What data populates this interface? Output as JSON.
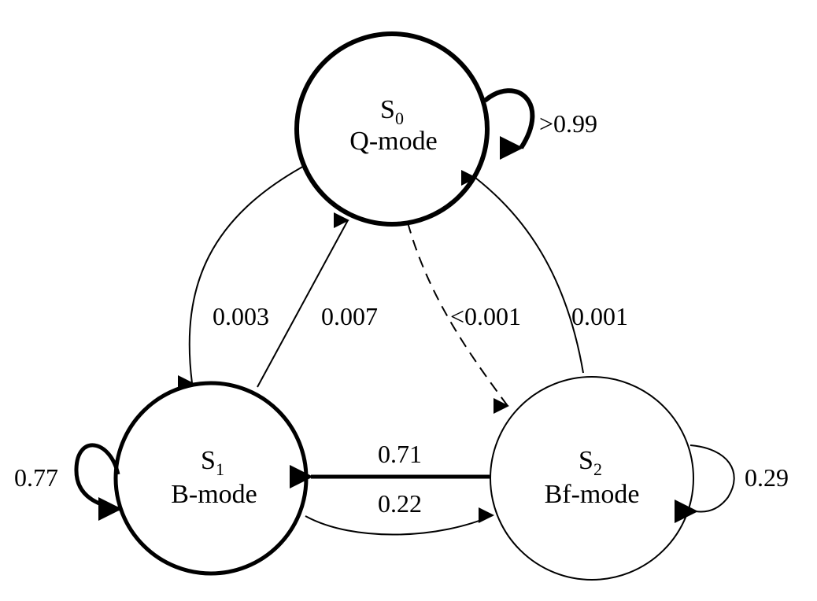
{
  "diagram": {
    "nodes": {
      "s0": {
        "symbol": "S",
        "index": "0",
        "mode": "Q-mode"
      },
      "s1": {
        "symbol": "S",
        "index": "1",
        "mode": "B-mode"
      },
      "s2": {
        "symbol": "S",
        "index": "2",
        "mode": "Bf-mode"
      }
    },
    "edges": {
      "s0_s0": {
        "from": "S0",
        "to": "S0",
        "label": ">0.99",
        "style": "thick"
      },
      "s0_s1": {
        "from": "S0",
        "to": "S1",
        "label": "0.003",
        "style": "solid"
      },
      "s1_s0": {
        "from": "S1",
        "to": "S0",
        "label": "0.007",
        "style": "solid"
      },
      "s0_s2": {
        "from": "S0",
        "to": "S2",
        "label": "<0.001",
        "style": "dashed"
      },
      "s2_s0": {
        "from": "S2",
        "to": "S0",
        "label": "0.001",
        "style": "solid"
      },
      "s2_s1": {
        "from": "S2",
        "to": "S1",
        "label": "0.71",
        "style": "thick"
      },
      "s1_s2": {
        "from": "S1",
        "to": "S2",
        "label": "0.22",
        "style": "solid"
      },
      "s1_s1": {
        "from": "S1",
        "to": "S1",
        "label": "0.77",
        "style": "thick"
      },
      "s2_s2": {
        "from": "S2",
        "to": "S2",
        "label": "0.29",
        "style": "solid"
      }
    }
  }
}
